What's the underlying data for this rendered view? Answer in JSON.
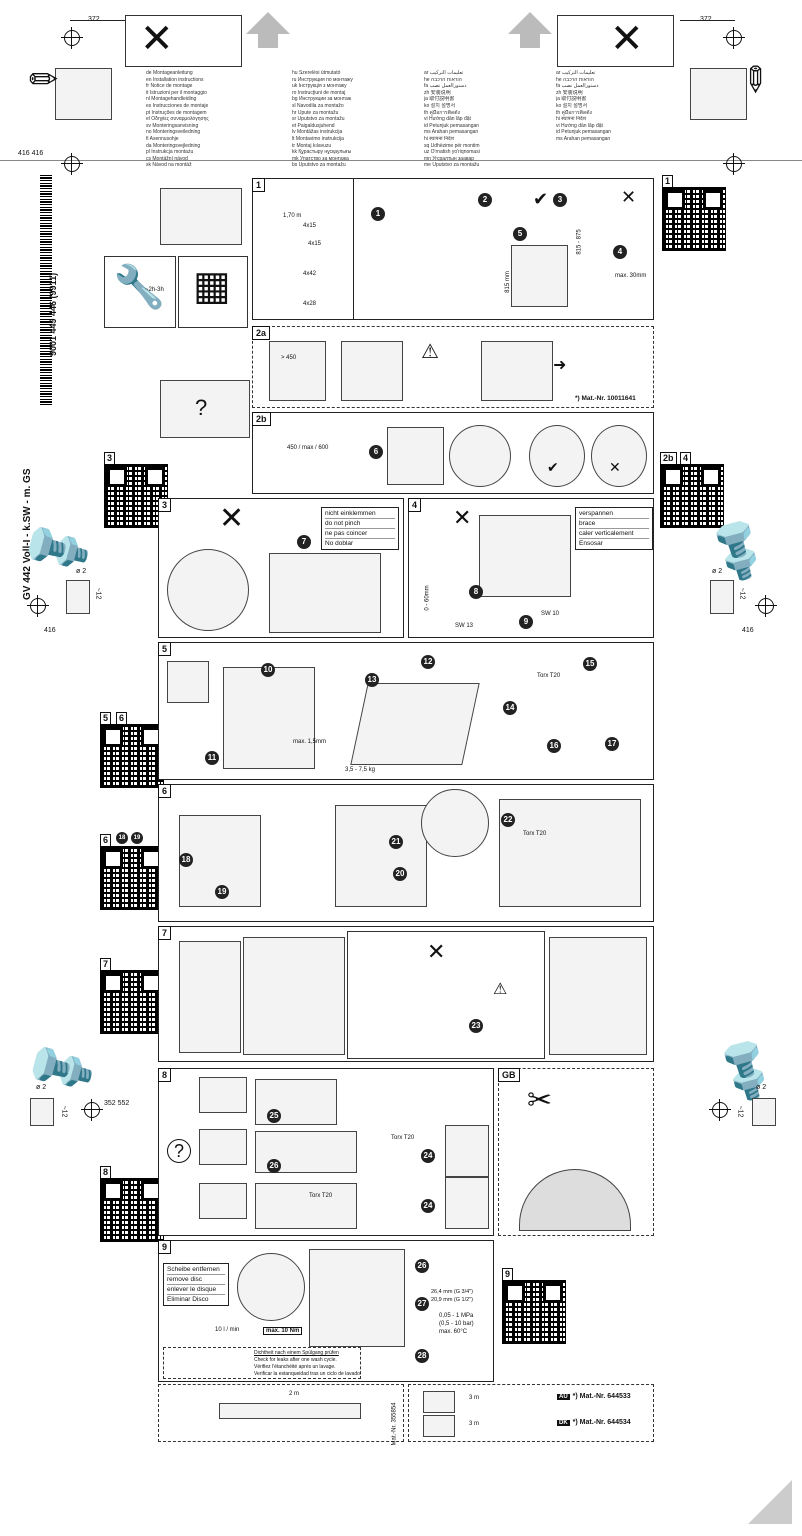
{
  "dimensions": {
    "top_left": "372",
    "top_right": "372",
    "left_marks": "416 416",
    "side_left": "416",
    "side_right": "416",
    "drill_dia": "ø 2",
    "drill_depth": "~12",
    "lower_left": "352 552"
  },
  "product_code": "GV 442 Voll-I - k.SW - m. GS",
  "doc_number": "9001 449 446 (9911)",
  "time_estimate": "~2h-3h",
  "qr_tags": {
    "q1": "1",
    "q2": "3",
    "q3": "2b",
    "q4": "4",
    "q5": "5",
    "q6": "6",
    "q7": "6",
    "q7b": "18",
    "q7c": "19",
    "q8": "7",
    "q9": "8",
    "q10": "9"
  },
  "panels": {
    "p1": "1",
    "p2a": "2a",
    "p2b": "2b",
    "p3": "3",
    "p4": "4",
    "p5": "5",
    "p6": "6",
    "p7": "7",
    "p8": "8",
    "p_gb": "GB",
    "p9": "9"
  },
  "panel1": {
    "measure1": "1,70 m",
    "screws": [
      "4x15",
      "4x15",
      "4x42",
      "4x28"
    ],
    "height_range": "815 - 875",
    "height_label": "815 mm",
    "max_label": "max. 30mm"
  },
  "panel2a": {
    "width_label": "> 450",
    "mat_nr": "*) Mat.-Nr. 10011641"
  },
  "panel2b": {
    "size_label": "450 / max / 600"
  },
  "panel3": {
    "callout": [
      "nicht einklemmen",
      "do not pinch",
      "ne pas coincer",
      "No doblar"
    ]
  },
  "panel4": {
    "callout": [
      "verspannen",
      "brace",
      "caler verticalement",
      "Ensosar"
    ],
    "range": "0 - 60mm",
    "sw1": "SW 13",
    "sw2": "SW 10"
  },
  "panel5": {
    "weight": "3,5 - 7,5 kg",
    "max_label": "max. 1,5mm",
    "torx": "Torx T20"
  },
  "panel6": {
    "torx": "Torx T20"
  },
  "panel8": {
    "torx1": "Torx T20",
    "torx2": "Torx T20"
  },
  "panel9": {
    "callout": [
      "Scheibe entfernen",
      "remove disc",
      "enlever le disque",
      "Eliminar Disco"
    ],
    "torque": "max. 10 Nm",
    "flow": "10 l / min",
    "check": [
      "Dichtheit nach einem Spülgang prüfen",
      "Check for leaks after one wash cycle.",
      "Vérifiez l'étanchéité après un lavage.",
      "Verificar la estanqueidad tras un ciclo de lavado."
    ],
    "pressure": [
      "0,05 - 1 MPa",
      "(0,5 - 10 bar)",
      "max. 60°C"
    ],
    "thread1": "26,4 mm (G 3/4\")",
    "thread2": "20,9 mm (G 1/2\")"
  },
  "bottom": {
    "mat_left": "Mat.-Nr. 355854",
    "len1": "2 m",
    "len2": "3 m",
    "len3": "3 m",
    "mat1": "*) Mat.-Nr. 644533",
    "mat2": "*) Mat.-Nr. 644534",
    "tag1": "AU",
    "tag2": "DK"
  },
  "languages_col1": [
    "de Montageanleitung",
    "en Installation instructions",
    "fr Notice de montage",
    "it Istruzioni per il montaggio",
    "nl Montagehandleiding",
    "es Instrucciones de montaje",
    "pt Instruções de montagem",
    "el Οδηγίες συναρμολόγησης",
    "sv Monteringsanvisning",
    "no Monteringsveiledning",
    "fi Asennusohje",
    "da Monteringsvejledning",
    "pl Instrukcja montażu",
    "cs Montážní návod",
    "sk Návod na montáž"
  ],
  "languages_col2": [
    "hu Szerelési útmutató",
    "ru Инструкция по монтажу",
    "uk Інструкція з монтажу",
    "ro Instrucţiuni de montaj",
    "bg Инструкции за монтаж",
    "sl Navodila za montažo",
    "hr Upute za montažu",
    "sr Uputstvo za montažu",
    "et Paigaldusjuhend",
    "lv Montāžas instrukcija",
    "lt Montavimo instrukcija",
    "tr Montaj kılavuzu",
    "kk Құрастыру нұсқаулығы",
    "mk Упатство за монтажа",
    "bs Uputstvo za montažu"
  ],
  "languages_col3": [
    "ar تعليمات التركيب",
    "he הוראות הרכבה",
    "fa دستورالعمل نصب",
    "zh 安装说明",
    "ja 取付説明書",
    "ko 설치 설명서",
    "th คู่มือการติดตั้ง",
    "vi Hướng dẫn lắp đặt",
    "id Petunjuk pemasangan",
    "ms Arahan pemasangan",
    "hi स्थापना निर्देश",
    "sq Udhëzime për montim",
    "uz O'rnatish yo'riqnomasi",
    "mn Угсралтын заавар",
    "me Uputstvo za montažu"
  ],
  "languages_col4": [
    "ar تعليمات التركيب",
    "he הוראות הרכבה",
    "fa دستورالعمل نصب",
    "zh 安装说明",
    "ja 取付説明書",
    "ko 설치 설명서",
    "th คู่มือการติดตั้ง",
    "hi स्थापना निर्देश",
    "vi Hướng dẫn lắp đặt",
    "id Petunjuk pemasangan",
    "ms Arahan pemasangan"
  ]
}
